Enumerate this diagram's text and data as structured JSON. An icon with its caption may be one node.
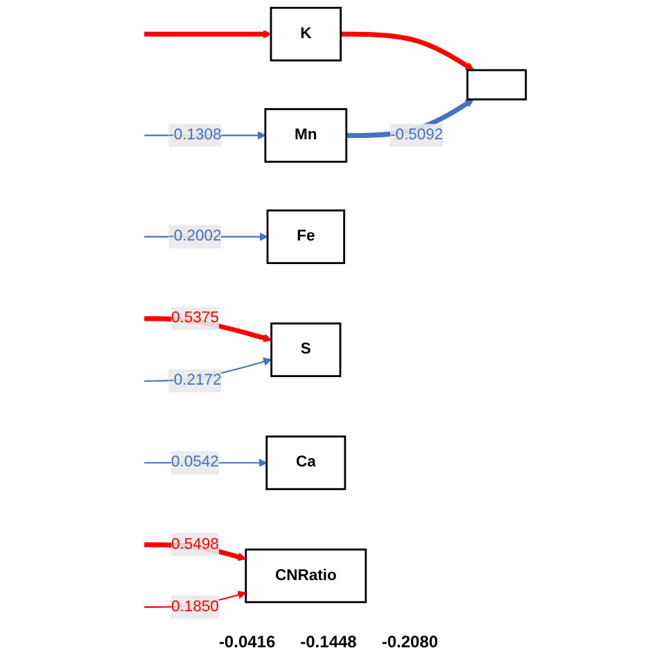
{
  "diagram": {
    "nodes": [
      {
        "text": [
          "K"
        ]
      },
      {
        "text": [],
        "shape": "box"
      },
      {
        "text": [
          "Mn"
        ]
      },
      {
        "text": [
          "Fe"
        ]
      },
      {
        "text": [
          "S"
        ]
      },
      {
        "text": [
          "Ca"
        ]
      },
      {
        "text": [
          "CNRatio"
        ]
      }
    ],
    "edges": [
      {
        "from": null,
        "to": 0,
        "arrow": "to",
        "style": "thick",
        "color": "#ff0000"
      },
      {
        "from": 0,
        "to": 1,
        "arrow": "to",
        "style": "thick",
        "color": "#ff0000"
      },
      {
        "from": 2,
        "to": 1,
        "arrow": "to",
        "label": "-0.5092",
        "style": "thick",
        "color": "#4472c4"
      },
      {
        "from": null,
        "to": 2,
        "arrow": "to",
        "label": "-0.1308",
        "color": "#4472c4"
      },
      {
        "from": null,
        "to": 3,
        "arrow": "to",
        "label": "-0.2002",
        "color": "#4472c4"
      },
      {
        "from": null,
        "to": 4,
        "arrow": "to",
        "label": "0.5375",
        "style": "thick",
        "color": "#ff0000"
      },
      {
        "from": null,
        "to": 4,
        "arrow": "to",
        "label": "-0.2172",
        "color": "#4472c4"
      },
      {
        "from": null,
        "to": 5,
        "arrow": "to",
        "label": "0.0542",
        "color": "#4472c4"
      },
      {
        "from": null,
        "to": 6,
        "arrow": "to",
        "label": "0.5498",
        "style": "thick",
        "color": "#ff0000"
      },
      {
        "from": null,
        "to": 6,
        "arrow": "to",
        "label": "0.1850",
        "color": "#ff0000"
      }
    ],
    "labels": [
      "-0.0416",
      "-0.1448",
      "-0.2080"
    ]
  }
}
